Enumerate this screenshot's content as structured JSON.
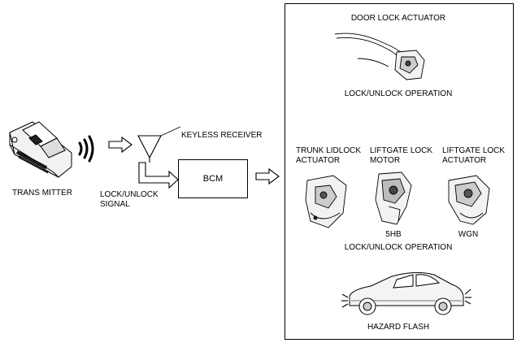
{
  "labels": {
    "transmitter": "TRANS MITTER",
    "keyless_receiver": "KEYLESS RECEIVER",
    "lock_unlock_signal_line1": "LOCK/UNLOCK",
    "lock_unlock_signal_line2": "SIGNAL",
    "bcm": "BCM",
    "door_lock_actuator": "DOOR LOCK ACTUATOR",
    "lock_unlock_operation_top": "LOCK/UNLOCK OPERATION",
    "trunk_lid_lock_line1": "TRUNK LIDLOCK",
    "trunk_lid_lock_line2": "ACTUATOR",
    "liftgate_lock_motor_line1": "LIFTGATE LOCK",
    "liftgate_lock_motor_line2": "MOTOR",
    "liftgate_lock_actuator_line1": "LIFTGATE LOCK",
    "liftgate_lock_actuator_line2": "ACTUATOR",
    "variant_5hb": "5HB",
    "variant_wgn": "WGN",
    "lock_unlock_operation_middle": "LOCK/UNLOCK OPERATION",
    "hazard_flash": "HAZARD FLASH"
  }
}
